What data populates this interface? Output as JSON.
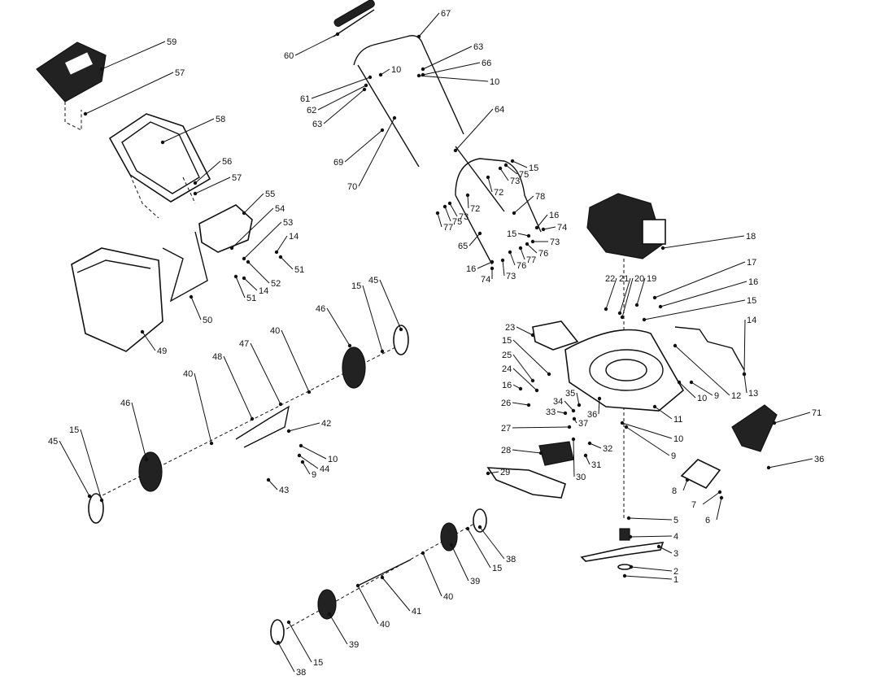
{
  "diagram": {
    "title": "Lawn mower exploded parts diagram",
    "part_labels": [
      "59",
      "57",
      "58",
      "56",
      "57",
      "55",
      "54",
      "53",
      "14",
      "51",
      "52",
      "14",
      "51",
      "50",
      "49",
      "60",
      "67",
      "63",
      "66",
      "10",
      "10",
      "61",
      "62",
      "63",
      "64",
      "69",
      "70",
      "15",
      "75",
      "73",
      "72",
      "78",
      "72",
      "73",
      "75",
      "77",
      "16",
      "74",
      "15",
      "73",
      "76",
      "77",
      "76",
      "73",
      "74",
      "16",
      "65",
      "18",
      "17",
      "16",
      "15",
      "22",
      "21",
      "20",
      "19",
      "14",
      "13",
      "12",
      "9",
      "10",
      "11",
      "23",
      "15",
      "25",
      "24",
      "16",
      "26",
      "35",
      "34",
      "33",
      "37",
      "36",
      "27",
      "10",
      "32",
      "9",
      "28",
      "31",
      "30",
      "29",
      "71",
      "36",
      "8",
      "7",
      "6",
      "5",
      "4",
      "3",
      "2",
      "1",
      "46",
      "15",
      "45",
      "40",
      "47",
      "48",
      "40",
      "46",
      "15",
      "45",
      "42",
      "10",
      "44",
      "9",
      "43",
      "38",
      "15",
      "39",
      "40",
      "41",
      "40",
      "39",
      "15",
      "38"
    ]
  }
}
